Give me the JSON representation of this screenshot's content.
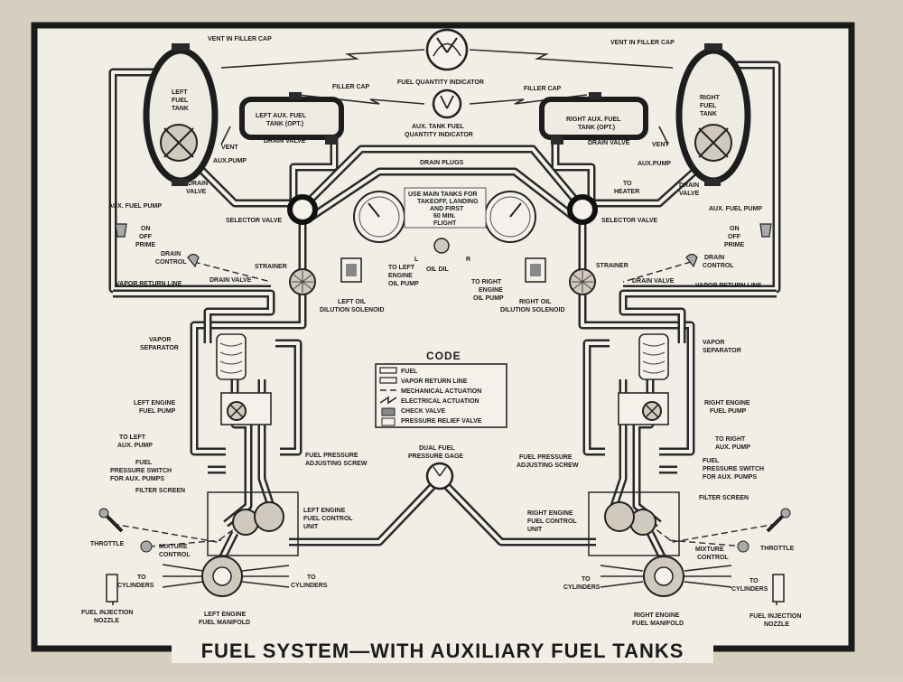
{
  "title": "FUEL SYSTEM—WITH AUXILIARY FUEL TANKS",
  "code": {
    "title": "CODE",
    "items": [
      "FUEL",
      "VAPOR RETURN LINE",
      "MECHANICAL ACTUATION",
      "ELECTRICAL ACTUATION",
      "CHECK VALVE",
      "PRESSURE RELIEF VALVE"
    ]
  },
  "labels": {
    "vent_filler_left": "VENT IN FILLER CAP",
    "vent_filler_right": "VENT IN FILLER CAP",
    "fuel_qty": "FUEL QUANTITY INDICATOR",
    "aux_qty_1": "AUX. TANK FUEL",
    "aux_qty_2": "QUANTITY INDICATOR",
    "filler_cap_left": "FILLER CAP",
    "filler_cap_right": "FILLER CAP",
    "left_tank_1": "LEFT",
    "left_tank_2": "FUEL",
    "left_tank_3": "TANK",
    "right_tank_1": "RIGHT",
    "right_tank_2": "FUEL",
    "right_tank_3": "TANK",
    "left_aux_1": "LEFT AUX. FUEL",
    "left_aux_2": "TANK (OPT.)",
    "right_aux_1": "RIGHT AUX. FUEL",
    "right_aux_2": "TANK (OPT.)",
    "vent_left": "VENT",
    "vent_right": "VENT",
    "drain_valve_aux_left": "DRAIN VALVE",
    "drain_valve_aux_right": "DRAIN VALVE",
    "aux_pump_left": "AUX.PUMP",
    "aux_pump_right": "AUX.PUMP",
    "drain_valve_tank_left_1": "DRAIN",
    "drain_valve_tank_left_2": "VALVE",
    "drain_valve_tank_right_1": "DRAIN",
    "drain_valve_tank_right_2": "VALVE",
    "drain_plugs": "DRAIN PLUGS",
    "to_heater_1": "TO",
    "to_heater_2": "HEATER",
    "aux_fuel_pump_left": "AUX. FUEL PUMP",
    "aux_fuel_pump_right": "AUX. FUEL PUMP",
    "on_off_prime_l1": "ON",
    "on_off_prime_l2": "OFF",
    "on_off_prime_l3": "PRIME",
    "on_off_prime_r1": "ON",
    "on_off_prime_r2": "OFF",
    "on_off_prime_r3": "PRIME",
    "selector_left": "SELECTOR VALVE",
    "selector_right": "SELECTOR VALVE",
    "placard_1": "USE MAIN TANKS FOR",
    "placard_2": "TAKEOFF, LANDING",
    "placard_3": "AND FIRST",
    "placard_4": "60 MIN.",
    "placard_5": "FLIGHT",
    "drain_control_l1": "DRAIN",
    "drain_control_l2": "CONTROL",
    "drain_control_r1": "DRAIN",
    "drain_control_r2": "CONTROL",
    "strainer_left": "STRAINER",
    "strainer_right": "STRAINER",
    "oil_dil": "OIL DIL",
    "oil_l": "L",
    "oil_r": "R",
    "drain_valve_strainer_left": "DRAIN VALVE",
    "drain_valve_strainer_right": "DRAIN VALVE",
    "to_left_oil_1": "TO LEFT",
    "to_left_oil_2": "ENGINE",
    "to_left_oil_3": "OIL PUMP",
    "to_right_oil_1": "TO RIGHT",
    "to_right_oil_2": "ENGINE",
    "to_right_oil_3": "OIL PUMP",
    "left_oil_sol_1": "LEFT OIL",
    "left_oil_sol_2": "DILUTION SOLENOID",
    "right_oil_sol_1": "RIGHT OIL",
    "right_oil_sol_2": "DILUTION SOLENOID",
    "vapor_return_left": "VAPOR RETURN LINE",
    "vapor_return_right": "VAPOR RETURN LINE",
    "vapor_sep_left_1": "VAPOR",
    "vapor_sep_left_2": "SEPARATOR",
    "vapor_sep_right_1": "VAPOR",
    "vapor_sep_right_2": "SEPARATOR",
    "left_eng_pump_1": "LEFT ENGINE",
    "left_eng_pump_2": "FUEL PUMP",
    "right_eng_pump_1": "RIGHT ENGINE",
    "right_eng_pump_2": "FUEL PUMP",
    "to_left_aux_1": "TO LEFT",
    "to_left_aux_2": "AUX. PUMP",
    "to_right_aux_1": "TO RIGHT",
    "to_right_aux_2": "AUX. PUMP",
    "fps_left_1": "FUEL",
    "fps_left_2": "PRESSURE SWITCH",
    "fps_left_3": "FOR AUX. PUMPS",
    "fps_right_1": "FUEL",
    "fps_right_2": "PRESSURE SWITCH",
    "fps_right_3": "FOR AUX. PUMPS",
    "fpa_left_1": "FUEL PRESSURE",
    "fpa_left_2": "ADJUSTING SCREW",
    "fpa_right_1": "FUEL PRESSURE",
    "fpa_right_2": "ADJUSTING SCREW",
    "dual_gage_1": "DUAL FUEL",
    "dual_gage_2": "PRESSURE GAGE",
    "filter_left": "FILTER SCREEN",
    "filter_right": "FILTER SCREEN",
    "lefcu_1": "LEFT ENGINE",
    "lefcu_2": "FUEL CONTROL",
    "lefcu_3": "UNIT",
    "refcu_1": "RIGHT ENGINE",
    "refcu_2": "FUEL CONTROL",
    "refcu_3": "UNIT",
    "throttle_left": "THROTTLE",
    "throttle_right": "THROTTLE",
    "mixture_left_1": "MIXTURE",
    "mixture_left_2": "CONTROL",
    "mixture_right_1": "MIXTURE",
    "mixture_right_2": "CONTROL",
    "to_cyl_l1a": "TO",
    "to_cyl_l1b": "CYLINDERS",
    "to_cyl_l2a": "TO",
    "to_cyl_l2b": "CYLINDERS",
    "to_cyl_r1a": "TO",
    "to_cyl_r1b": "CYLINDERS",
    "to_cyl_r2a": "TO",
    "to_cyl_r2b": "CYLINDERS",
    "nozzle_left_1": "FUEL INJECTION",
    "nozzle_left_2": "NOZZLE",
    "nozzle_right_1": "FUEL INJECTION",
    "nozzle_right_2": "NOZZLE",
    "manifold_left_1": "LEFT ENGINE",
    "manifold_left_2": "FUEL MANIFOLD",
    "manifold_right_1": "RIGHT ENGINE",
    "manifold_right_2": "FUEL MANIFOLD"
  }
}
